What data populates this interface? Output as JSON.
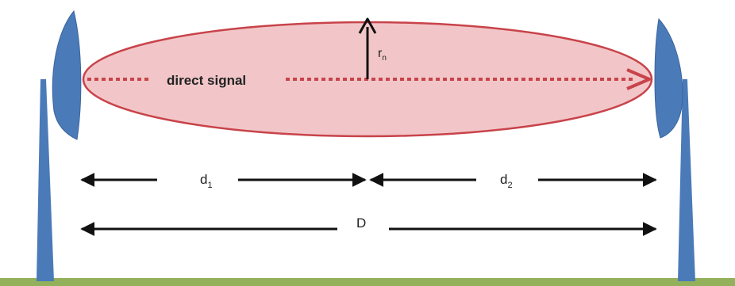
{
  "labels": {
    "direct_signal": "direct signal",
    "radius": "r",
    "radius_sub": "n",
    "d1": "d",
    "d1_sub": "1",
    "d2": "d",
    "d2_sub": "2",
    "total_distance": "D"
  },
  "icons": {
    "left_dish": "satellite-dish-icon",
    "right_dish": "satellite-dish-icon"
  },
  "colors": {
    "ground": "#93b05a",
    "tower": "#4a7ab8",
    "ellipse_fill": "#f2c6c8",
    "ellipse_stroke": "#c8434a",
    "signal": "#c8434a",
    "arrow": "#111111"
  }
}
